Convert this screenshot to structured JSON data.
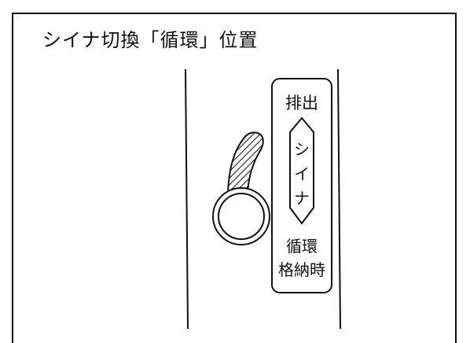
{
  "title": "シイナ切換「循環」位置",
  "panel": {
    "top_label": "排出",
    "pointer_chars": [
      "シ",
      "イ",
      "ナ"
    ],
    "bottom_label_lines": [
      "循環",
      "格納時"
    ]
  },
  "colors": {
    "line": "#111111",
    "background": "#ffffff"
  }
}
